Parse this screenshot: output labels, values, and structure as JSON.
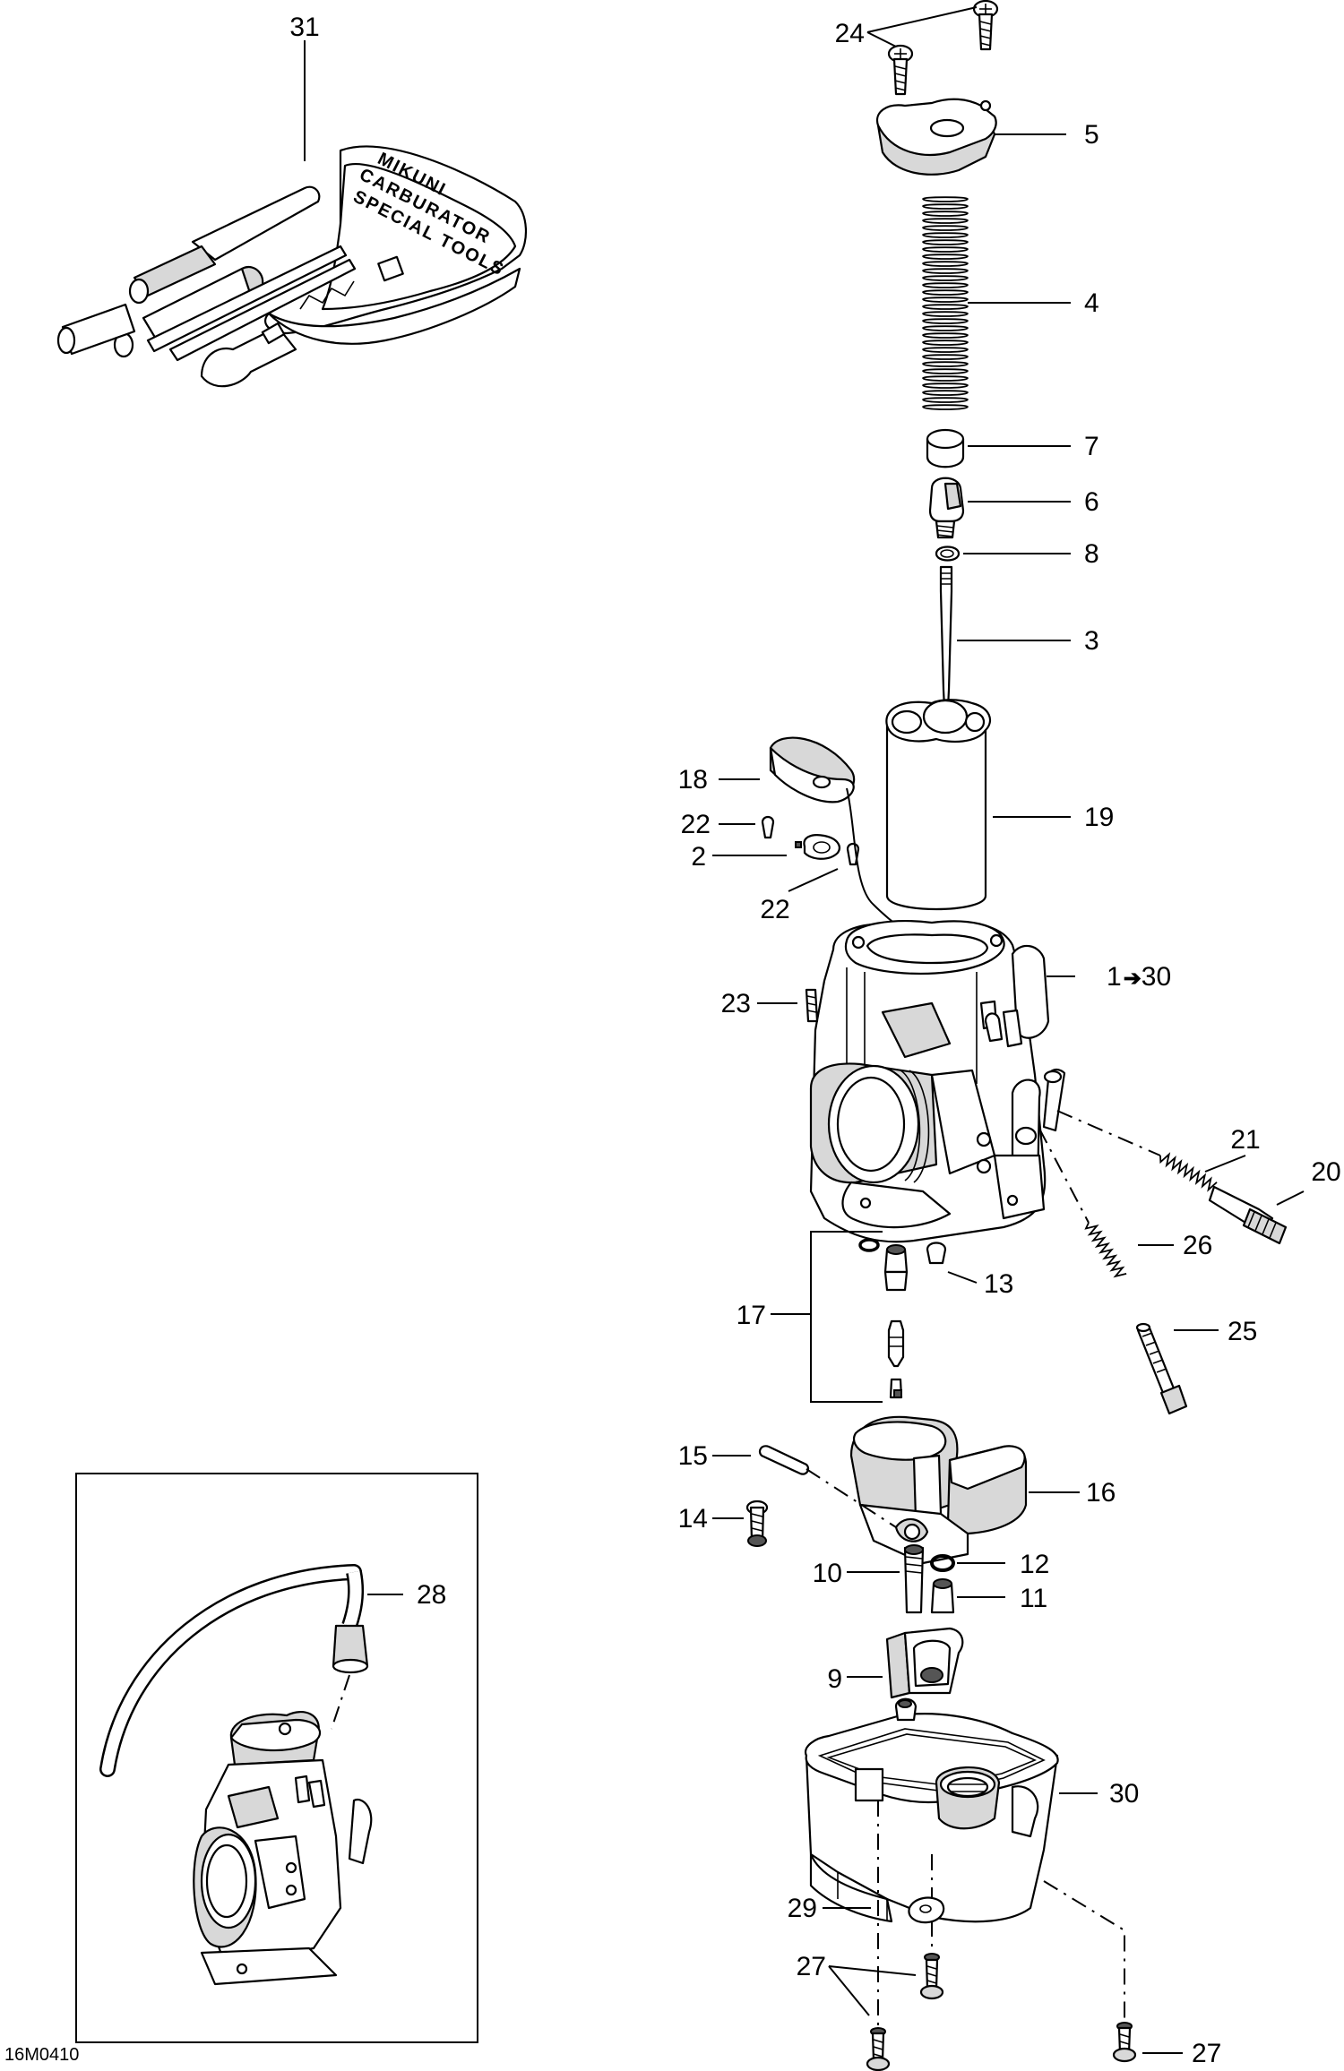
{
  "figure_code": "16M0410",
  "tool_kit_text": {
    "brand": "MIKUNI",
    "product": "CARBURATOR",
    "line3": "SPECIAL TOOLS"
  },
  "callouts": {
    "c31": "31",
    "c24": "24",
    "c5": "5",
    "c4": "4",
    "c7": "7",
    "c6": "6",
    "c8": "8",
    "c3": "3",
    "c18": "18",
    "c19": "19",
    "c22a": "22",
    "c2": "2",
    "c22b": "22",
    "c1": "1",
    "c1_arrow": "➔",
    "c1_target": "30",
    "c23": "23",
    "c21": "21",
    "c20": "20",
    "c26": "26",
    "c13": "13",
    "c17": "17",
    "c25": "25",
    "c15": "15",
    "c16": "16",
    "c14": "14",
    "c28": "28",
    "c12": "12",
    "c10": "10",
    "c11": "11",
    "c9": "9",
    "c30": "30",
    "c29": "29",
    "c27a": "27",
    "c27b": "27"
  }
}
